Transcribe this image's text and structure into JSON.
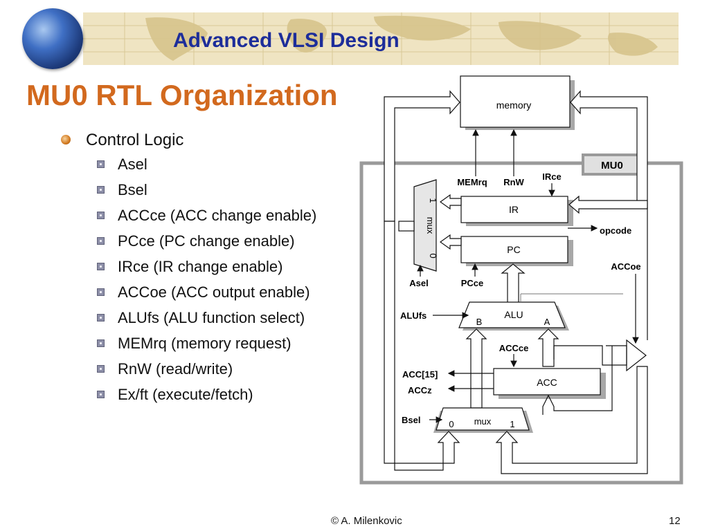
{
  "header": {
    "title": "Advanced VLSI Design"
  },
  "slide": {
    "title": "MU0 RTL Organization"
  },
  "bullets": {
    "main": "Control Logic",
    "items": [
      "Asel",
      "Bsel",
      "ACCce (ACC change enable)",
      "PCce (PC change enable)",
      "IRce (IR change enable)",
      "ACCoe (ACC output enable)",
      "ALUfs (ALU function select)",
      "MEMrq (memory request)",
      "RnW (read/write)",
      "Ex/ft (execute/fetch)"
    ]
  },
  "diagram": {
    "memory": "memory",
    "mu0": "MU0",
    "ir": "IR",
    "pc": "PC",
    "acc": "ACC",
    "alu": "ALU",
    "alu_b": "B",
    "alu_a": "A",
    "top_mux": "mux",
    "top_mux_1": "1",
    "top_mux_0": "0",
    "bottom_mux": "mux",
    "bottom_mux_0": "0",
    "bottom_mux_1": "1",
    "memrq": "MEMrq",
    "rnw": "RnW",
    "irce": "IRce",
    "opcode": "opcode",
    "asel": "Asel",
    "pcce": "PCce",
    "accoe": "ACCoe",
    "alufs": "ALUfs",
    "accce": "ACCce",
    "acc15": "ACC[15]",
    "accz": "ACCz",
    "bsel": "Bsel"
  },
  "footer": {
    "credit": "© A. Milenkovic",
    "page": "12"
  }
}
